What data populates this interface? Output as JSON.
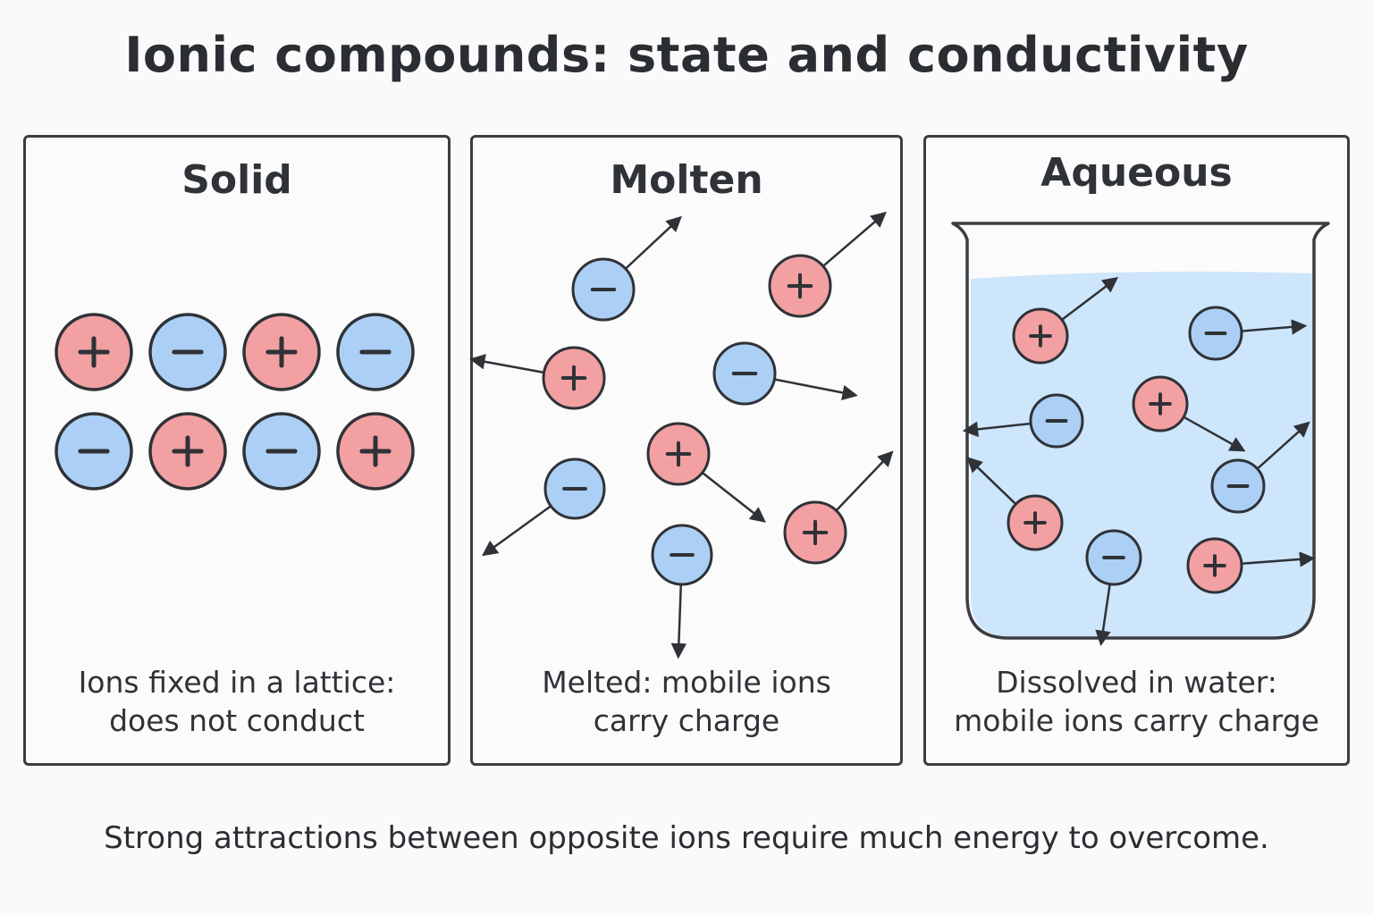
{
  "title": "Ionic compounds: state and conductivity",
  "panels": [
    {
      "heading": "Solid",
      "caption": [
        "Ions fixed in a lattice:",
        "does not conduct"
      ]
    },
    {
      "heading": "Molten",
      "caption": [
        "Melted: mobile ions",
        "carry charge"
      ]
    },
    {
      "heading": "Aqueous",
      "caption": [
        "Dissolved in water:",
        "mobile ions carry charge"
      ]
    }
  ],
  "footer": "Strong attractions between opposite ions require much energy to overcome.",
  "ion_symbols": {
    "cation": "+",
    "anion": "−"
  },
  "colors": {
    "cation_fill": "#f3a0a3",
    "anion_fill": "#acd0f5",
    "outline": "#2f3237",
    "water": "#cde6fb"
  },
  "icons": [
    "cation-icon",
    "anion-icon",
    "motion-arrow-icon",
    "beaker-icon"
  ]
}
